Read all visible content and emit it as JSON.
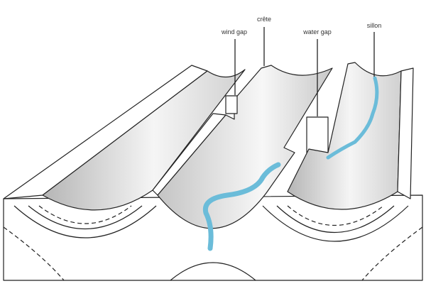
{
  "labels": {
    "crete": "crête",
    "wind_gap": "wind gap",
    "water_gap": "water gap",
    "sillon": "sillon"
  },
  "colors": {
    "valley_dark": "#b9b9b9",
    "valley_light": "#f4f4f4",
    "river": "#6bbcd9",
    "outline": "#222222"
  }
}
